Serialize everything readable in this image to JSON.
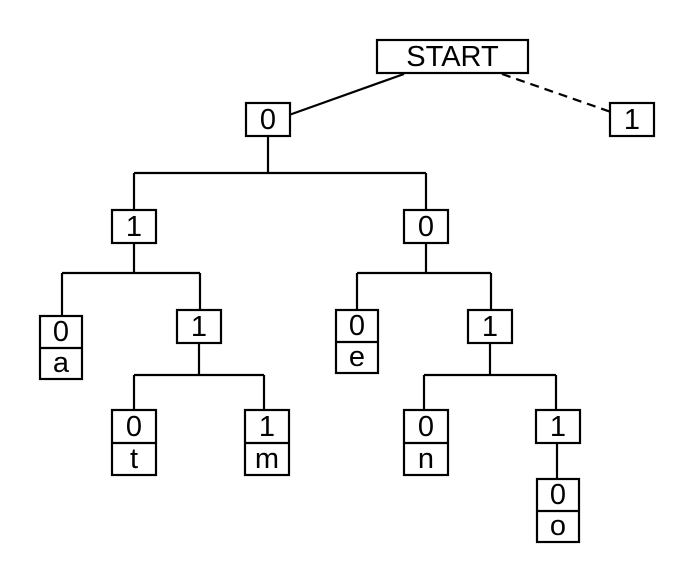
{
  "diagram": {
    "root_label": "START",
    "root_dashed_child": "1",
    "nodes": {
      "n0": "0",
      "n01": "1",
      "n00": "0",
      "n010": "0",
      "n010_letter": "a",
      "n011": "1",
      "n0110": "0",
      "n0110_letter": "t",
      "n0111": "1",
      "n0111_letter": "m",
      "n000": "0",
      "n000_letter": "e",
      "n001": "1",
      "n0010": "0",
      "n0010_letter": "n",
      "n0011": "1",
      "n00110": "0",
      "n00110_letter": "o"
    }
  }
}
